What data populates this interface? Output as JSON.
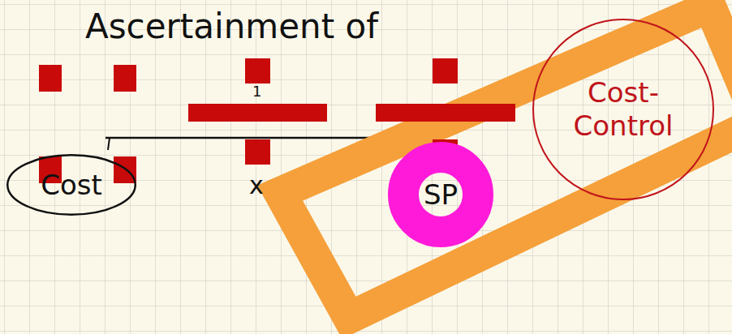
{
  "diagram": {
    "title": "Ascertainment of",
    "nodes": [
      {
        "text": [
          "Cost"
        ]
      },
      {
        "text": [
          "SP"
        ]
      },
      {
        "text": [
          "Cost-Control"
        ]
      }
    ],
    "labels": [
      "1",
      "x"
    ]
  }
}
